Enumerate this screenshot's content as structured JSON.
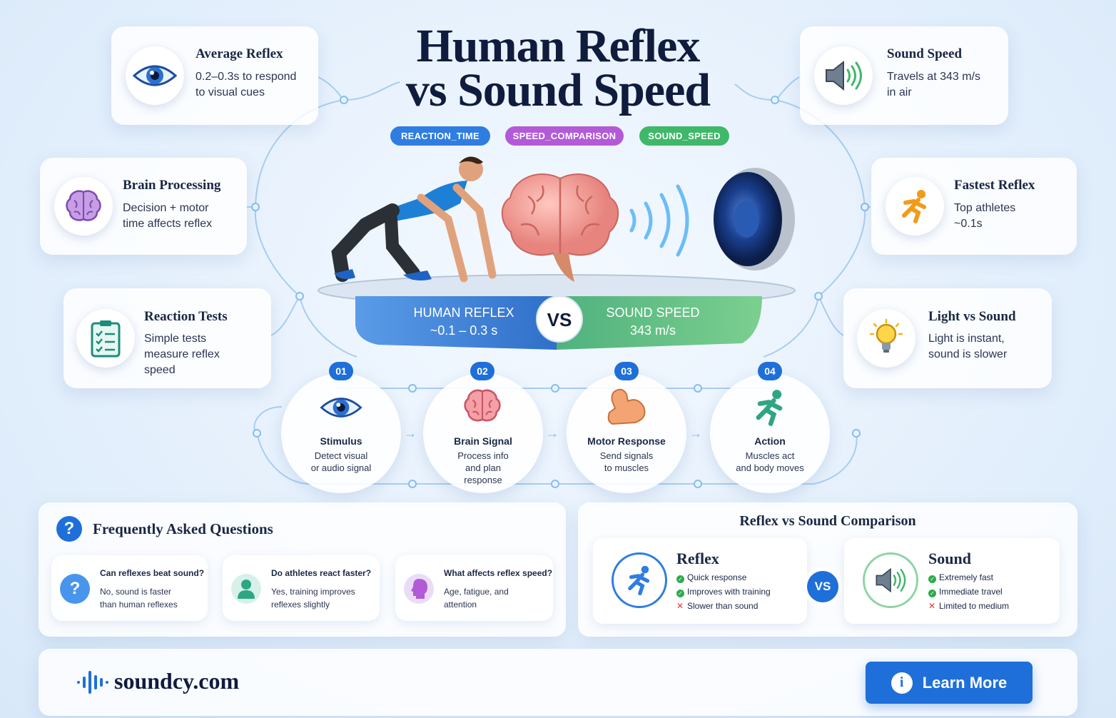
{
  "title": {
    "line1": "Human Reflex",
    "line2": "vs Sound Speed"
  },
  "tags": [
    {
      "label": "REACTION_TIME",
      "color": "#2f7de0"
    },
    {
      "label": "SPEED_COMPARISON",
      "color": "#b35ad6"
    },
    {
      "label": "SOUND_SPEED",
      "color": "#3fb86a"
    }
  ],
  "left_cards": [
    {
      "title": "Average Reflex",
      "text": [
        "0.2–0.3s to respond",
        "to visual cues"
      ],
      "icon": "eye-icon"
    },
    {
      "title": "Brain Processing",
      "text": [
        "Decision + motor",
        "time affects reflex"
      ],
      "icon": "brain-icon"
    },
    {
      "title": "Reaction Tests",
      "text": [
        "Simple tests",
        "measure reflex",
        "speed"
      ],
      "icon": "clipboard-icon"
    }
  ],
  "right_cards": [
    {
      "title": "Sound Speed",
      "text": [
        "Travels at 343 m/s",
        "in air"
      ],
      "icon": "speaker-icon"
    },
    {
      "title": "Fastest Reflex",
      "text": [
        "Top athletes",
        "~0.1s"
      ],
      "icon": "runner-icon"
    },
    {
      "title": "Light vs Sound",
      "text": [
        "Light is instant,",
        "sound is slower"
      ],
      "icon": "lightbulb-icon"
    }
  ],
  "platform": {
    "left_label": "HUMAN REFLEX",
    "left_value": "~0.1 – 0.3 s",
    "vs": "VS",
    "right_label": "SOUND SPEED",
    "right_value": "343 m/s"
  },
  "steps": [
    {
      "num": "01",
      "title": "Stimulus",
      "text": [
        "Detect visual",
        "or audio signal"
      ],
      "icon": "eye-icon"
    },
    {
      "num": "02",
      "title": "Brain Signal",
      "text": [
        "Process info",
        "and plan",
        "response"
      ],
      "icon": "brain-icon"
    },
    {
      "num": "03",
      "title": "Motor Response",
      "text": [
        "Send signals",
        "to muscles"
      ],
      "icon": "muscle-icon"
    },
    {
      "num": "04",
      "title": "Action",
      "text": [
        "Muscles act",
        "and body moves"
      ],
      "icon": "runner-icon"
    }
  ],
  "faq": {
    "heading": "Frequently Asked Questions",
    "items": [
      {
        "q": "Can reflexes beat sound?",
        "a": [
          "No, sound is faster",
          "than human reflexes"
        ],
        "icon": "question-icon"
      },
      {
        "q": "Do athletes react faster?",
        "a": [
          "Yes, training improves",
          "reflexes slightly"
        ],
        "icon": "person-icon"
      },
      {
        "q": "What affects reflex speed?",
        "a": [
          "Age, fatigue, and",
          "attention"
        ],
        "icon": "head-icon"
      }
    ]
  },
  "comparison": {
    "heading": "Reflex vs Sound Comparison",
    "vs": "VS",
    "reflex": {
      "title": "Reflex",
      "items": [
        {
          "text": "Quick response",
          "ok": true
        },
        {
          "text": "Improves with training",
          "ok": true
        },
        {
          "text": "Slower than sound",
          "ok": false
        }
      ]
    },
    "sound": {
      "title": "Sound",
      "items": [
        {
          "text": "Extremely fast",
          "ok": true
        },
        {
          "text": "Immediate travel",
          "ok": true
        },
        {
          "text": "Limited to medium",
          "ok": false
        }
      ]
    }
  },
  "footer": {
    "brand": "soundcy.com",
    "button": "Learn More"
  }
}
